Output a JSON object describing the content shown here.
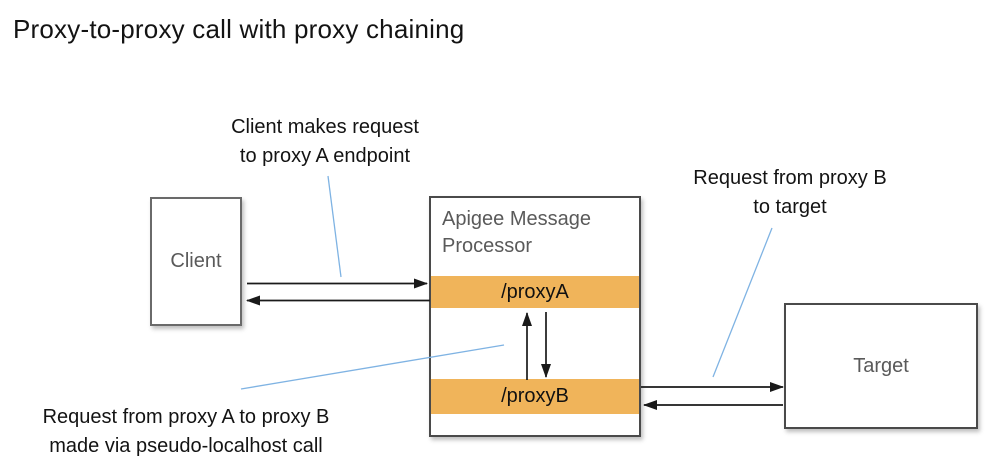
{
  "title": "Proxy-to-proxy call with proxy chaining",
  "colors": {
    "accent_orange": "#F0B45A",
    "leader_blue": "#7FB3E3",
    "arrow_black": "#1A1A1A",
    "border_gray": "#4A4A4A",
    "border_gray_light": "#6A6A6A",
    "label_gray": "#5A5A5A",
    "text_black": "#131313"
  },
  "nodes": {
    "client": {
      "label": "Client"
    },
    "apigee": {
      "label": "Apigee Message Processor"
    },
    "proxy_a": {
      "label": "/proxyA"
    },
    "proxy_b": {
      "label": "/proxyB"
    },
    "target": {
      "label": "Target"
    }
  },
  "annotations": {
    "client_request": "Client makes request\nto proxy A endpoint",
    "proxy_b_to_target": "Request from proxy B\nto target",
    "proxy_a_to_b": "Request from proxy A to proxy B\nmade via pseudo-localhost call"
  }
}
